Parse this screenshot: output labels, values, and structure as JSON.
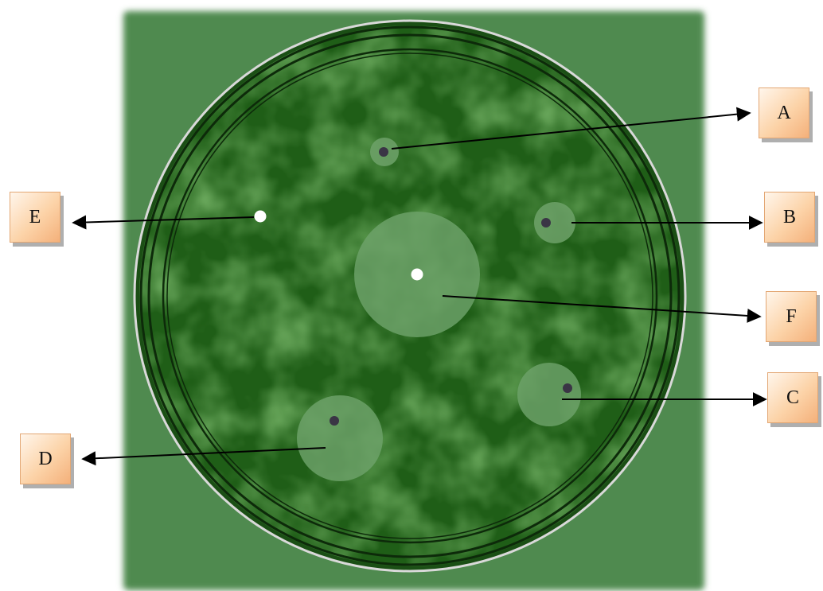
{
  "labels": {
    "A": "A",
    "B": "B",
    "C": "C",
    "D": "D",
    "E": "E",
    "F": "F"
  },
  "colors": {
    "background_square": "#4f8a4f",
    "agar_dark": "#1f5e17",
    "agar_light": "#3f8a30",
    "zone_fill": "#6ea26a",
    "disc_dark": "#3a3545",
    "disc_white": "#ffffff",
    "label_fill": "#fcd3a8",
    "arrow": "#000000"
  },
  "icons": {
    "plate": "petri-dish",
    "disc": "antibiotic-disc"
  }
}
